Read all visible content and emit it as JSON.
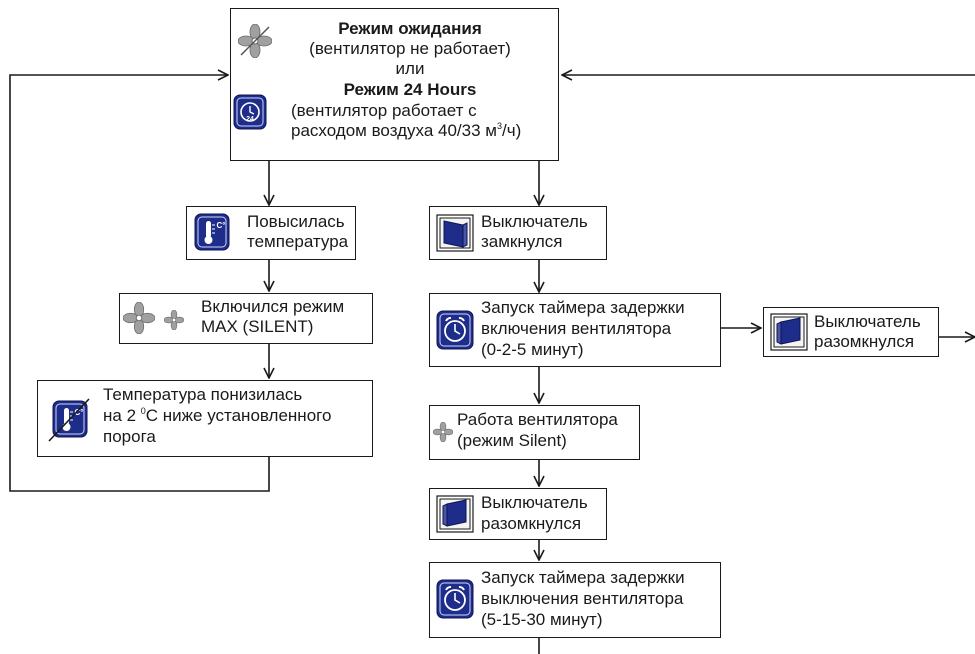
{
  "top_box": {
    "standby_title": "Режим ожидания",
    "standby_desc": "(вентилятор не работает)",
    "or": "или",
    "mode24_title": "Режим 24 Hours",
    "mode24_line1": "(вентилятор работает с",
    "mode24_line2_pre": "расходом воздуха 40/33 м",
    "mode24_line2_sup": "3",
    "mode24_line2_post": "/ч)"
  },
  "temp_rise": {
    "line1": "Повысилась",
    "line2": "температура"
  },
  "max_mode": {
    "line1": "Включился режим",
    "line2": "MAX (SILENT)"
  },
  "temp_drop": {
    "line1": "Температура понизилась",
    "line2_pre": "на 2 ",
    "line2_sup": "0",
    "line2_post": "С ниже установленного",
    "line3": "порога"
  },
  "switch_closed": {
    "line1": "Выключатель",
    "line2": "замкнулся"
  },
  "timer_on": {
    "line1": "Запуск таймера задержки",
    "line2": "включения вентилятора",
    "line3": "(0-2-5 минут)"
  },
  "switch_opened_side": {
    "line1": "Выключатель",
    "line2": "разомкнулся"
  },
  "fan_run": {
    "line1": "Работа вентилятора",
    "line2": "(режим Silent)"
  },
  "switch_opened": {
    "line1": "Выключатель",
    "line2": "разомкнулся"
  },
  "timer_off": {
    "line1": "Запуск таймера задержки",
    "line2": "выключения вентилятора",
    "line3": "(5-15-30 минут)"
  },
  "icons": {
    "fan": "fan-icon",
    "clock24": "clock-24-icon",
    "thermometer": "thermometer-icon",
    "switch": "switch-icon",
    "alarm_clock": "alarm-clock-icon"
  },
  "colors": {
    "icon_blue": "#1f2d8a",
    "line": "#1a1a1a",
    "fan_gray": "#9a9a9a"
  }
}
